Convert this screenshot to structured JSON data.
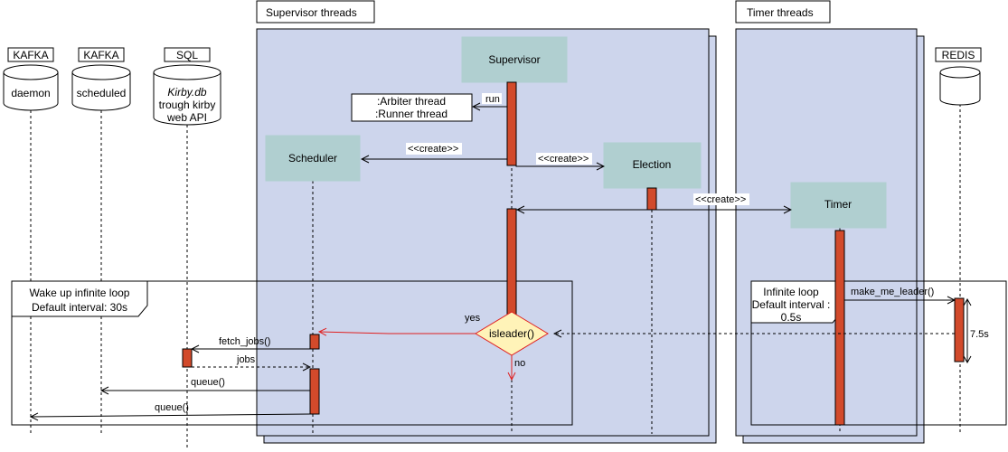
{
  "groups": {
    "supervisor_label": "Supervisor threads",
    "timer_label": "Timer threads"
  },
  "stores": {
    "kafka1": {
      "tag": "KAFKA",
      "name": "daemon"
    },
    "kafka2": {
      "tag": "KAFKA",
      "name": "scheduled"
    },
    "sql": {
      "tag": "SQL",
      "line1": "Kirby.db",
      "line2": "trough kirby",
      "line3": "web API"
    },
    "redis": {
      "tag": "REDIS"
    }
  },
  "participants": {
    "supervisor": "Supervisor",
    "scheduler": "Scheduler",
    "election": "Election",
    "timer": "Timer"
  },
  "notes": {
    "threads_line1": ":Arbiter thread",
    "threads_line2": ":Runner thread"
  },
  "messages": {
    "run": "run",
    "create_scheduler": "<<create>>",
    "create_election": "<<create>>",
    "create_timer": "<<create>>",
    "fetch_jobs": "fetch_jobs()",
    "jobs": "jobs",
    "queue1": "queue()",
    "queue2": "queue()",
    "make_me_leader": "make_me_leader()",
    "duration": "7.5s"
  },
  "loops": {
    "left_line1": "Wake up infinite loop",
    "left_line2": "Default interval: 30s",
    "right_line1": "Infinite loop",
    "right_line2": "Default interval :",
    "right_line3": "0.5s"
  },
  "decision": {
    "label": "isleader()",
    "yes": "yes",
    "no": "no"
  },
  "colors": {
    "group_fill": "#cdd5ec",
    "participant_fill": "#b0cfd0",
    "activation_fill": "#d24a2b",
    "decision_fill": "#fff3b8",
    "decision_stroke": "#e02020"
  }
}
